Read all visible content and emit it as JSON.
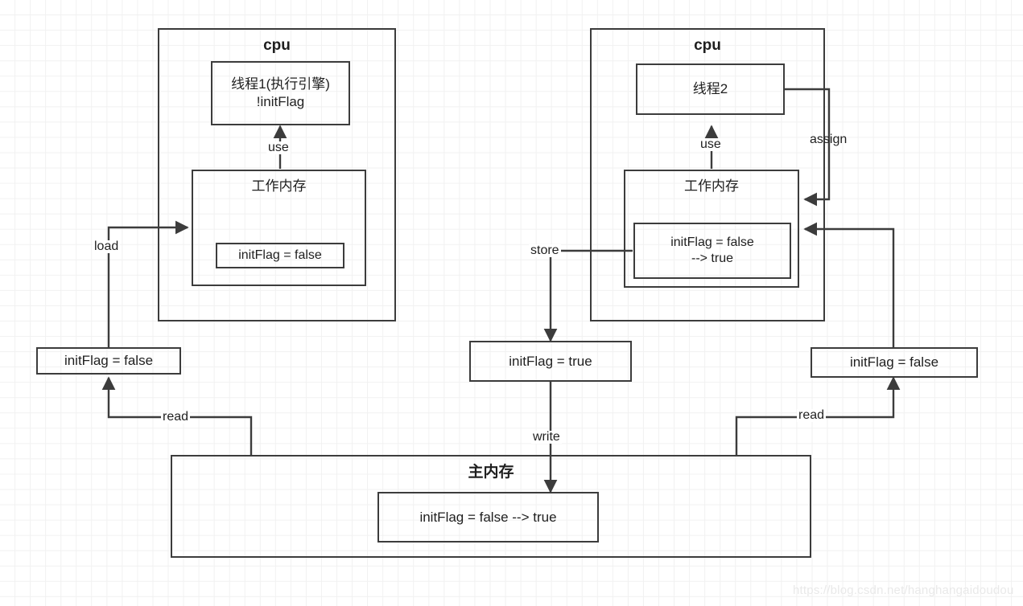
{
  "diagram": {
    "title": "JMM volatile visibility diagram",
    "stroke_color": "#3c3c3c",
    "text_color": "#1f1f1f",
    "grid_color": "#f1f1f1",
    "background": "#ffffff"
  },
  "cpu_left": {
    "title": "cpu",
    "thread": "线程1(执行引擎)\n!initFlag",
    "working_memory_title": "工作内存",
    "working_memory_value": "initFlag = false",
    "use_label": "use",
    "load_label": "load"
  },
  "cpu_right": {
    "title": "cpu",
    "thread": "线程2",
    "working_memory_title": "工作内存",
    "working_memory_value": "initFlag = false\n--> true",
    "use_label": "use",
    "assign_label": "assign",
    "store_label": "store"
  },
  "main_memory": {
    "title": "主内存",
    "value": "initFlag = false --> true",
    "write_label": "write"
  },
  "buffers": {
    "left_read_value": "initFlag = false",
    "store_buffer_value": "initFlag = true",
    "right_read_value": "initFlag = false"
  },
  "edge_labels": {
    "read_left": "read",
    "read_right": "read",
    "write": "write",
    "store": "store",
    "load": "load",
    "assign": "assign",
    "use_left": "use",
    "use_right": "use"
  },
  "watermark": {
    "text": "https://blog.csdn.net/hanghangaidoudou"
  }
}
